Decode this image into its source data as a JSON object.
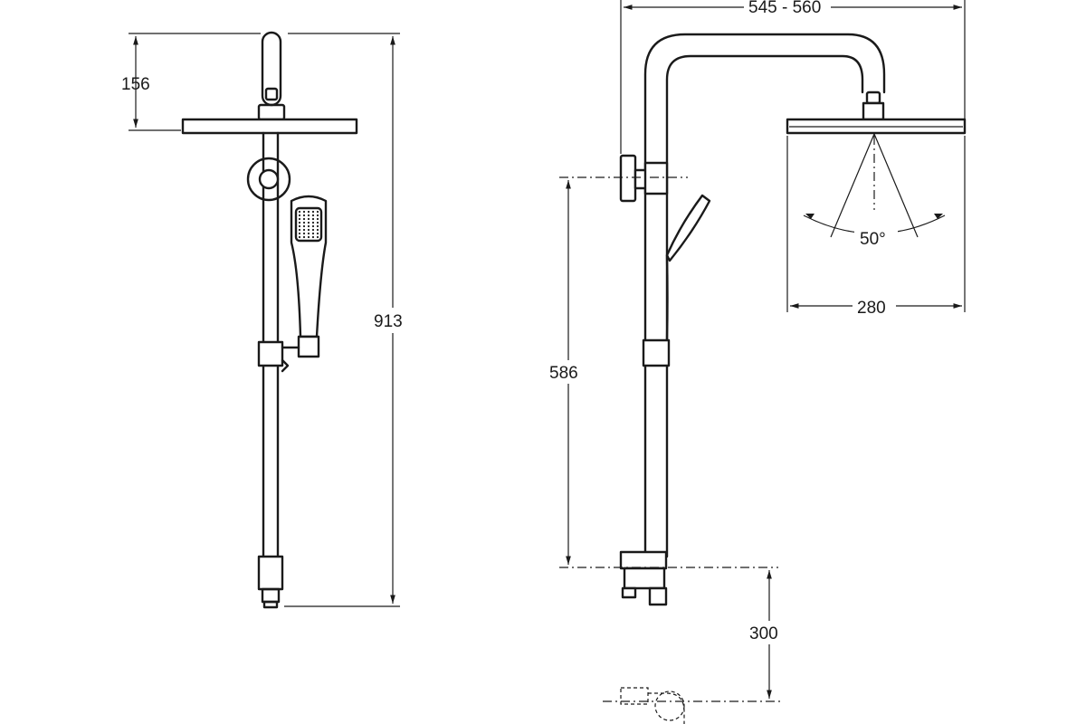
{
  "dimensions": {
    "head_height": "156",
    "total_height": "913",
    "reach": "545 - 560",
    "spray_angle": "50°",
    "head_width": "280",
    "holder_height": "586",
    "mount_height": "300"
  }
}
